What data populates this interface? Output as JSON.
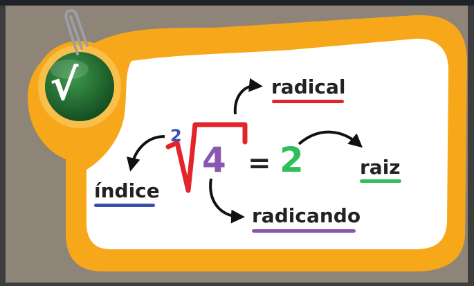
{
  "badge": {
    "symbol": "√"
  },
  "expression": {
    "index": "2",
    "radicand": "4",
    "equals": "=",
    "result": "2"
  },
  "labels": {
    "radical": "radical",
    "indice": "índice",
    "radicando": "radicando",
    "raiz": "raiz"
  },
  "colors": {
    "frame_orange": "#f6a81a",
    "background": "#3d3d3d",
    "badge_green": "#1f6b2e",
    "radical_red": "#e4242b",
    "index_blue": "#3b4fb0",
    "radicand_purple": "#8a56b0",
    "result_green": "#2fbf5a"
  }
}
